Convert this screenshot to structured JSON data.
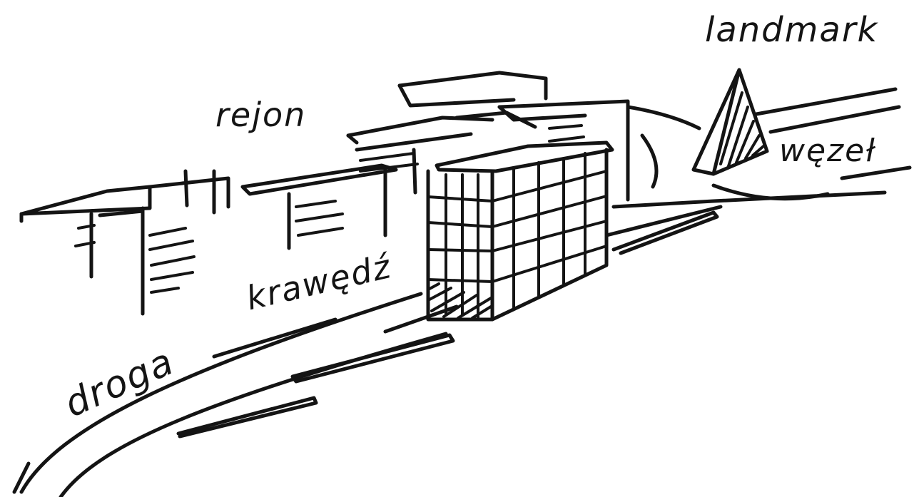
{
  "labels": {
    "landmark": "landmark",
    "rejon": "rejon",
    "wezel": "węzeł",
    "krawedz": "krawędź",
    "droga": "droga"
  },
  "colors": {
    "ink": "#141414",
    "paper": "#ffffff"
  }
}
